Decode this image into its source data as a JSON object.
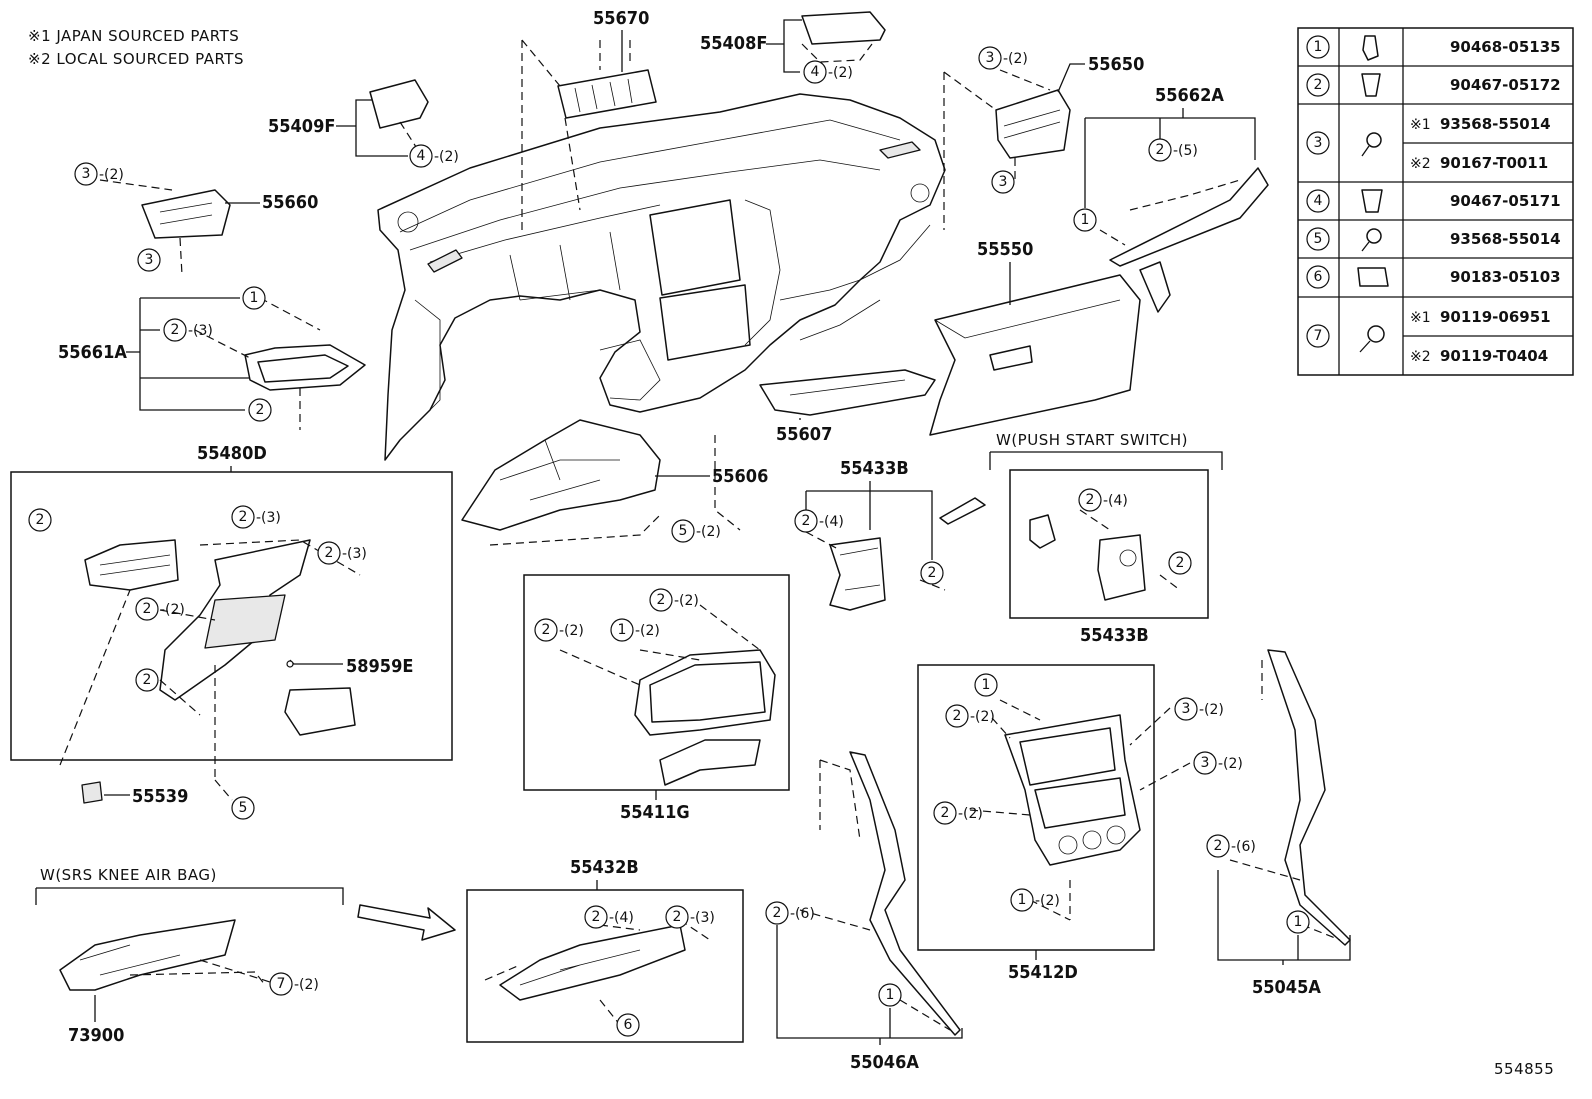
{
  "notes": {
    "japan": "※1 JAPAN SOURCED PARTS",
    "local": "※2 LOCAL SOURCED PARTS"
  },
  "parts": {
    "p55670": "55670",
    "p55408F": "55408F",
    "p55409F": "55409F",
    "p55650": "55650",
    "p55662A": "55662A",
    "p55660": "55660",
    "p55661A": "55661A",
    "p55550": "55550",
    "p55607": "55607",
    "p55480D": "55480D",
    "p55606": "55606",
    "p55433B_top": "55433B",
    "p55433B_bottom": "55433B",
    "p58959E": "58959E",
    "p55539": "55539",
    "p55411G": "55411G",
    "p55412D": "55412D",
    "p55045A": "55045A",
    "p55046A": "55046A",
    "p55432B": "55432B",
    "p73900": "73900"
  },
  "conditions": {
    "push_start": "W(PUSH START SWITCH)",
    "srs_knee": "W(SRS KNEE AIR BAG)"
  },
  "figure_id": "554855",
  "legend": [
    {
      "num": "1",
      "rows": [
        {
          "mark": "",
          "part": "90468-05135"
        }
      ]
    },
    {
      "num": "2",
      "rows": [
        {
          "mark": "",
          "part": "90467-05172"
        }
      ]
    },
    {
      "num": "3",
      "rows": [
        {
          "mark": "※1",
          "part": "93568-55014"
        },
        {
          "mark": "※2",
          "part": "90167-T0011"
        }
      ]
    },
    {
      "num": "4",
      "rows": [
        {
          "mark": "",
          "part": "90467-05171"
        }
      ]
    },
    {
      "num": "5",
      "rows": [
        {
          "mark": "",
          "part": "93568-55014"
        }
      ]
    },
    {
      "num": "6",
      "rows": [
        {
          "mark": "",
          "part": "90183-05103"
        }
      ]
    },
    {
      "num": "7",
      "rows": [
        {
          "mark": "※1",
          "part": "90119-06951"
        },
        {
          "mark": "※2",
          "part": "90119-T0404"
        }
      ]
    }
  ],
  "callouts": [
    {
      "id": "c-55408F-4",
      "num": "4",
      "qty": "-(2)"
    },
    {
      "id": "c-55409F-4",
      "num": "4",
      "qty": "-(2)"
    },
    {
      "id": "c-55650-3a",
      "num": "3",
      "qty": "-(2)"
    },
    {
      "id": "c-55650-3b",
      "num": "3",
      "qty": ""
    },
    {
      "id": "c-55662A-2",
      "num": "2",
      "qty": "-(5)"
    },
    {
      "id": "c-55662A-1",
      "num": "1",
      "qty": ""
    },
    {
      "id": "c-55660-3a",
      "num": "3",
      "qty": "-(2)"
    },
    {
      "id": "c-55660-3b",
      "num": "3",
      "qty": ""
    },
    {
      "id": "c-55661A-1",
      "num": "1",
      "qty": ""
    },
    {
      "id": "c-55661A-2a",
      "num": "2",
      "qty": "-(3)"
    },
    {
      "id": "c-55661A-2b",
      "num": "2",
      "qty": ""
    },
    {
      "id": "c-55480D-2a",
      "num": "2",
      "qty": ""
    },
    {
      "id": "c-55480D-2b",
      "num": "2",
      "qty": "-(3)"
    },
    {
      "id": "c-55480D-2c",
      "num": "2",
      "qty": "-(3)"
    },
    {
      "id": "c-55480D-2d",
      "num": "2",
      "qty": "-(2)"
    },
    {
      "id": "c-55480D-2e",
      "num": "2",
      "qty": ""
    },
    {
      "id": "c-55480D-5",
      "num": "5",
      "qty": ""
    },
    {
      "id": "c-55606-5",
      "num": "5",
      "qty": "-(2)"
    },
    {
      "id": "c-55433B-2a",
      "num": "2",
      "qty": "-(4)"
    },
    {
      "id": "c-55433B-2b",
      "num": "2",
      "qty": ""
    },
    {
      "id": "c-push-2a",
      "num": "2",
      "qty": "-(4)"
    },
    {
      "id": "c-push-2b",
      "num": "2",
      "qty": ""
    },
    {
      "id": "c-55411G-2a",
      "num": "2",
      "qty": "-(2)"
    },
    {
      "id": "c-55411G-2b",
      "num": "2",
      "qty": "-(2)"
    },
    {
      "id": "c-55411G-1",
      "num": "1",
      "qty": "-(2)"
    },
    {
      "id": "c-55412D-1a",
      "num": "1",
      "qty": ""
    },
    {
      "id": "c-55412D-2a",
      "num": "2",
      "qty": "-(2)"
    },
    {
      "id": "c-55412D-3a",
      "num": "3",
      "qty": "-(2)"
    },
    {
      "id": "c-55412D-3b",
      "num": "3",
      "qty": "-(2)"
    },
    {
      "id": "c-55412D-2b",
      "num": "2",
      "qty": "-(2)"
    },
    {
      "id": "c-55412D-1b",
      "num": "1",
      "qty": "-(2)"
    },
    {
      "id": "c-55045A-2",
      "num": "2",
      "qty": "-(6)"
    },
    {
      "id": "c-55045A-1",
      "num": "1",
      "qty": ""
    },
    {
      "id": "c-55046A-2",
      "num": "2",
      "qty": "-(6)"
    },
    {
      "id": "c-55046A-1",
      "num": "1",
      "qty": ""
    },
    {
      "id": "c-55432B-2a",
      "num": "2",
      "qty": "-(4)"
    },
    {
      "id": "c-55432B-2b",
      "num": "2",
      "qty": "-(3)"
    },
    {
      "id": "c-55432B-6",
      "num": "6",
      "qty": ""
    },
    {
      "id": "c-73900-7",
      "num": "7",
      "qty": "-(2)"
    }
  ]
}
